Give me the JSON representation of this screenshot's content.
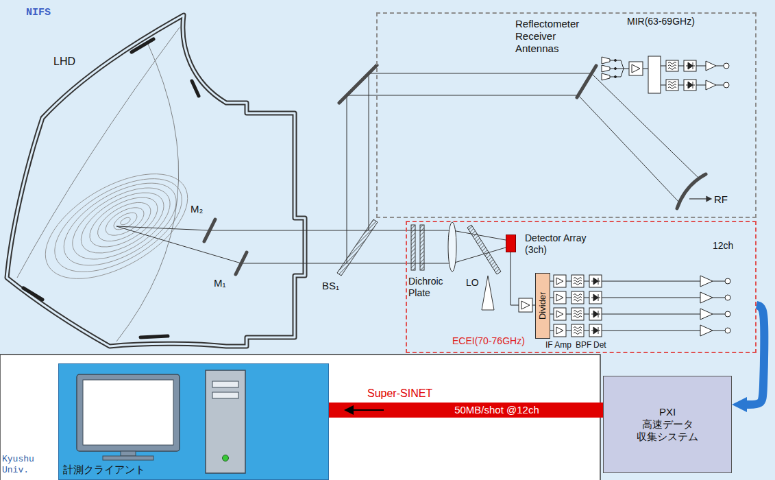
{
  "diagram": {
    "nodes": [
      {
        "text": [
          "NIFS"
        ]
      },
      {
        "text": [
          "MIR(63-69GHz)"
        ],
        "in": 0
      },
      {
        "text": [
          "ECEI(70-76GHz)"
        ],
        "in": 0
      },
      {
        "text": [
          "Detector Array (3ch)"
        ],
        "in": 2
      },
      {
        "text": [
          "Divider"
        ],
        "in": 2
      },
      {
        "text": [
          "PXI 高速データ 収集システム"
        ],
        "in": 0
      },
      {
        "text": [
          "Kyushu Univ."
        ]
      },
      {
        "text": [
          "計測クライアント"
        ],
        "in": 6
      }
    ],
    "edges": [
      {
        "from": 2,
        "to": 5,
        "arrow": "to"
      },
      {
        "from": 5,
        "to": 7,
        "arrow": "to",
        "label": "50MB/shot @12ch"
      }
    ],
    "labels": [
      "LHD",
      "M₂",
      "M₁",
      "BS₁",
      "Reflectometer Receiver Antennas",
      "RF",
      "Dichroic Plate",
      "LO",
      "12ch",
      "IF Amp",
      "BPF",
      "Det",
      "Super-SINET"
    ]
  }
}
